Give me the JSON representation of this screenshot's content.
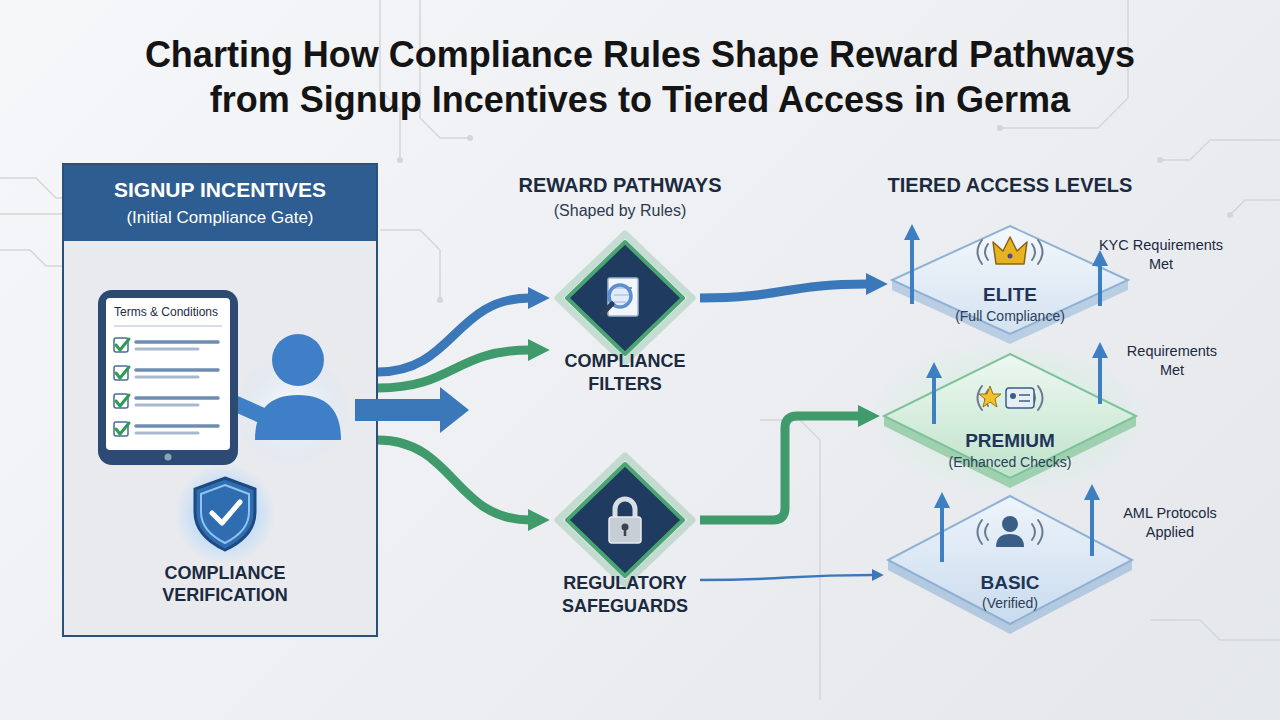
{
  "diagram": {
    "title": "Charting How Compliance Rules Shape Reward Pathways from Signup Incentives to Tiered Access in Germa",
    "nodes": [
      {
        "text": [
          "SIGNUP INCENTIVES",
          "(Initial Compliance Gate)"
        ]
      },
      {
        "text": [
          "Terms & Conditions"
        ],
        "in": 0
      },
      {
        "text": [
          "COMPLIANCE VERIFICATION"
        ],
        "in": 0
      },
      {
        "text": [
          "COMPLIANCE FILTERS"
        ]
      },
      {
        "text": [
          "REGULATORY SAFEGUARDS"
        ]
      },
      {
        "text": [
          "ELITE",
          "(Full Compliance)"
        ]
      },
      {
        "text": [
          "PREMIUM",
          "(Enhanced Checks)"
        ]
      },
      {
        "text": [
          "BASIC",
          "(Verified)"
        ]
      }
    ],
    "edges": [
      {
        "from": 0,
        "to": 3,
        "arrow": "to"
      },
      {
        "from": 0,
        "to": 3,
        "arrow": "to"
      },
      {
        "from": 0,
        "to": 4,
        "arrow": "to"
      },
      {
        "from": 3,
        "to": 5,
        "arrow": "to"
      },
      {
        "from": 4,
        "to": 6,
        "arrow": "to"
      },
      {
        "from": 4,
        "to": 7,
        "arrow": "to"
      }
    ],
    "labels": [
      "REWARD PATHWAYS",
      "(Shaped by Rules)",
      "TIERED ACCESS LEVELS",
      "KYC Requirements Met",
      "Requirements Met",
      "AML Protocols Applied"
    ]
  }
}
